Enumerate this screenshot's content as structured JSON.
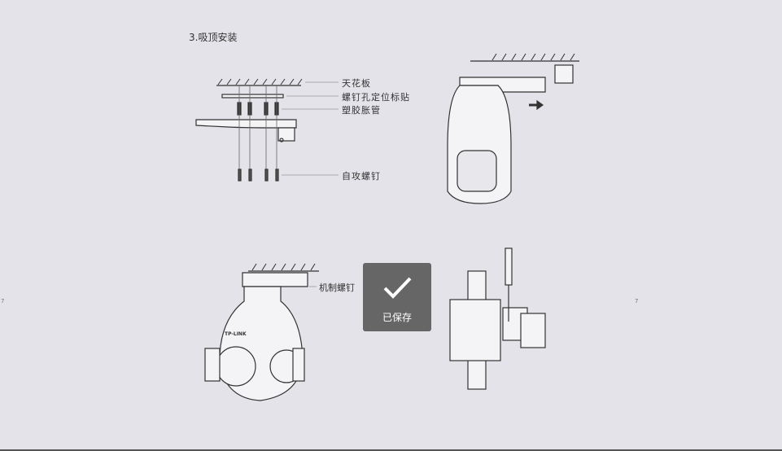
{
  "document": {
    "section_title": "3.吸顶安装",
    "labels": {
      "ceiling": "天花板",
      "screw_hole_sticker": "螺钉孔定位标贴",
      "plastic_anchor": "塑胶胀管",
      "self_tapping_screw": "自攻螺钉",
      "machine_screw": "机制螺钉"
    },
    "brand_on_camera": "TP-LINK",
    "left_page_marker": "7",
    "right_page_marker": "7"
  },
  "toast": {
    "icon": "checkmark-icon",
    "message": "已保存"
  }
}
